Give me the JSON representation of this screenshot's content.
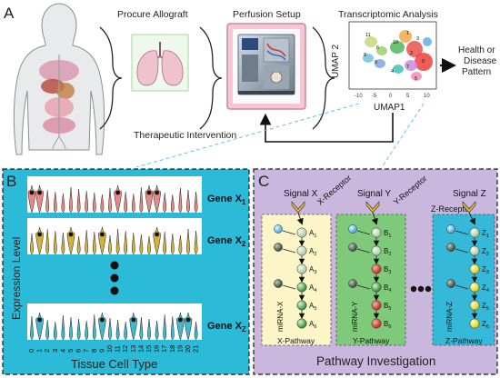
{
  "panel_a": {
    "letter": "A",
    "step_procure": "Procure Allograft",
    "step_perfusion": "Perfusion Setup",
    "step_transcriptomic": "Transcriptomic Analysis",
    "umap_x_label": "UMAP1",
    "umap_y_label": "UMAP 2",
    "umap_ticks": [
      "-10",
      "-5",
      "0",
      "5",
      "10"
    ],
    "umap_cluster_labels": [
      "11",
      "6",
      "10",
      "8",
      "9",
      "1",
      "3",
      "2",
      "7",
      "0",
      "4",
      "5"
    ],
    "outcome_line1": "Health or",
    "outcome_line2": "Disease",
    "outcome_line3": "Pattern",
    "feedback_label": "Therapeutic Intervention"
  },
  "panel_b": {
    "letter": "B",
    "y_axis_label": "Expression Level",
    "x_axis_label": "Tissue Cell Type",
    "gene_rows": [
      {
        "name": "Gene X",
        "sub": "1",
        "color": "#e58a86"
      },
      {
        "name": "Gene X",
        "sub": "2",
        "color": "#d2b23c"
      },
      {
        "name": "Gene X",
        "sub": "Z",
        "color": "#41b8cc"
      }
    ],
    "cell_types": [
      "0",
      "1",
      "2",
      "3",
      "4",
      "5",
      "6",
      "7",
      "8",
      "9",
      "10",
      "11",
      "12",
      "13",
      "14",
      "15",
      "16",
      "17",
      "18",
      "19",
      "20",
      "21"
    ]
  },
  "panel_c": {
    "letter": "C",
    "title": "Pathway Investigation",
    "signal_x": "Signal X",
    "signal_y": "Signal Y",
    "signal_z": "Signal Z",
    "receptor_x": "X-Receptor",
    "receptor_y": "Y-Receptor",
    "receptor_z": "Z-Receptor",
    "pathway_x": "X-Pathway",
    "pathway_y": "Y-Pathway",
    "pathway_z": "Z-Pathway",
    "mirna_x": "miRNA-X",
    "mirna_y": "miRNA-Y",
    "mirna_z": "miRNA-Z",
    "node_letter_x": "A",
    "node_letter_y": "B",
    "node_letter_z": "Z",
    "node_subscripts": [
      "1",
      "2",
      "3",
      "4",
      "5",
      "6"
    ],
    "colors": {
      "pathway_x_bg": "#fbf5c8",
      "pathway_y_bg": "#7fca7a",
      "pathway_z_bg": "#36b8d8"
    }
  },
  "colors": {
    "panel_b_bg": "#2bbad8",
    "panel_c_bg": "#cab7de",
    "perfusion_frame": "#f4c6d6"
  }
}
